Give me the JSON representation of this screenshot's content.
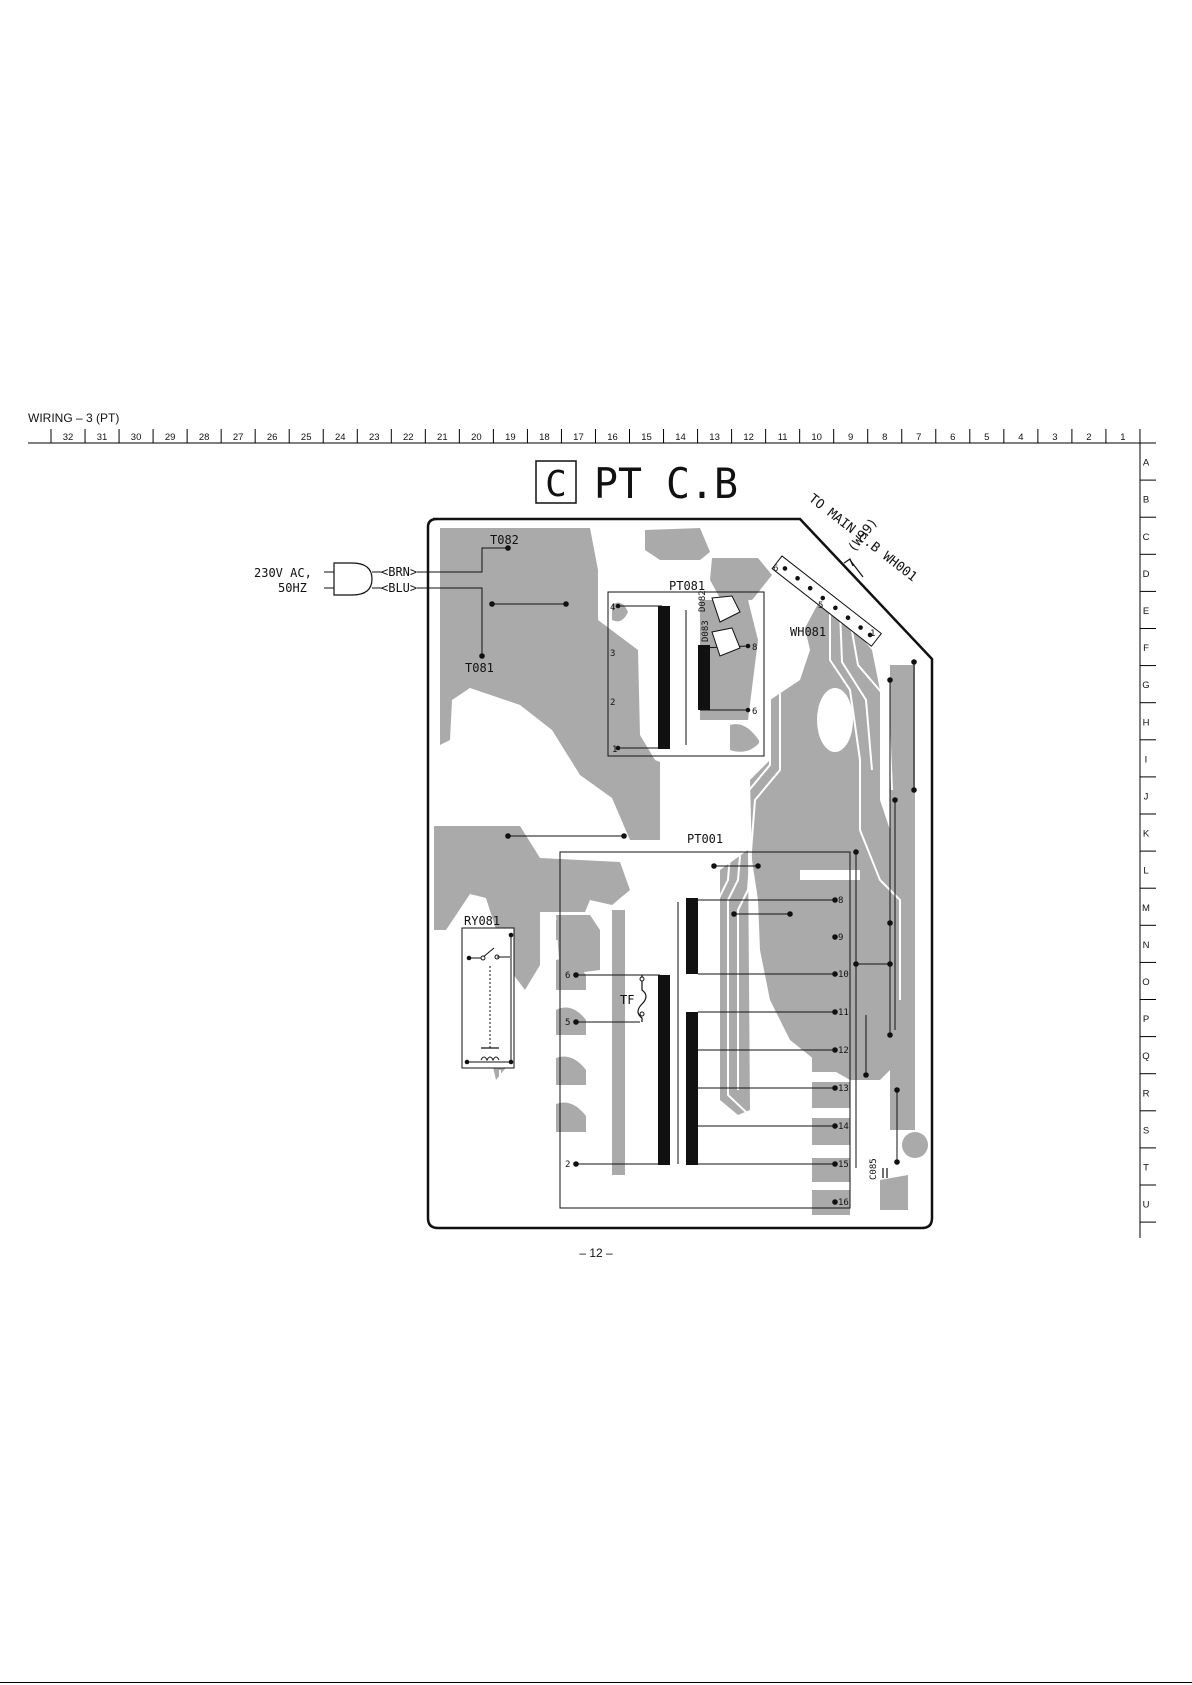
{
  "page": {
    "title": "WIRING – 3  (PT)",
    "page_number": "– 12 –"
  },
  "grid": {
    "columns": [
      "32",
      "31",
      "30",
      "29",
      "28",
      "27",
      "26",
      "25",
      "24",
      "23",
      "22",
      "21",
      "20",
      "19",
      "18",
      "17",
      "16",
      "15",
      "14",
      "13",
      "12",
      "11",
      "10",
      "9",
      "8",
      "7",
      "6",
      "5",
      "4",
      "3",
      "2",
      "1"
    ],
    "rows": [
      "A",
      "B",
      "C",
      "D",
      "E",
      "F",
      "G",
      "H",
      "I",
      "J",
      "K",
      "L",
      "M",
      "N",
      "O",
      "P",
      "Q",
      "R",
      "S",
      "T",
      "U"
    ]
  },
  "board": {
    "title_box_letter": "C",
    "title": "PT C.B",
    "to_main_label": "TO MAIN C.B WH001",
    "w99_label": "(W99)"
  },
  "ac_input": {
    "voltage": "230V AC,",
    "frequency": "50HZ",
    "wire_brn": "BRN",
    "wire_blu": "BLU"
  },
  "components": {
    "t082": "T082",
    "t081": "T081",
    "pt081": "PT081",
    "d082": "D082",
    "d083": "D083",
    "wh081": "WH081",
    "pt001": "PT001",
    "ry081": "RY081",
    "tf": "TF",
    "c085": "C085"
  },
  "pt081_pins": [
    "4",
    "3",
    "2",
    "1",
    "8",
    "6"
  ],
  "wh081_pins": [
    "6",
    "5",
    "1"
  ],
  "pt001_primary_pins": [
    "6",
    "5",
    "2"
  ],
  "pt001_secondary_pins": [
    "8",
    "9",
    "10",
    "11",
    "12",
    "13",
    "14",
    "15",
    "16"
  ]
}
